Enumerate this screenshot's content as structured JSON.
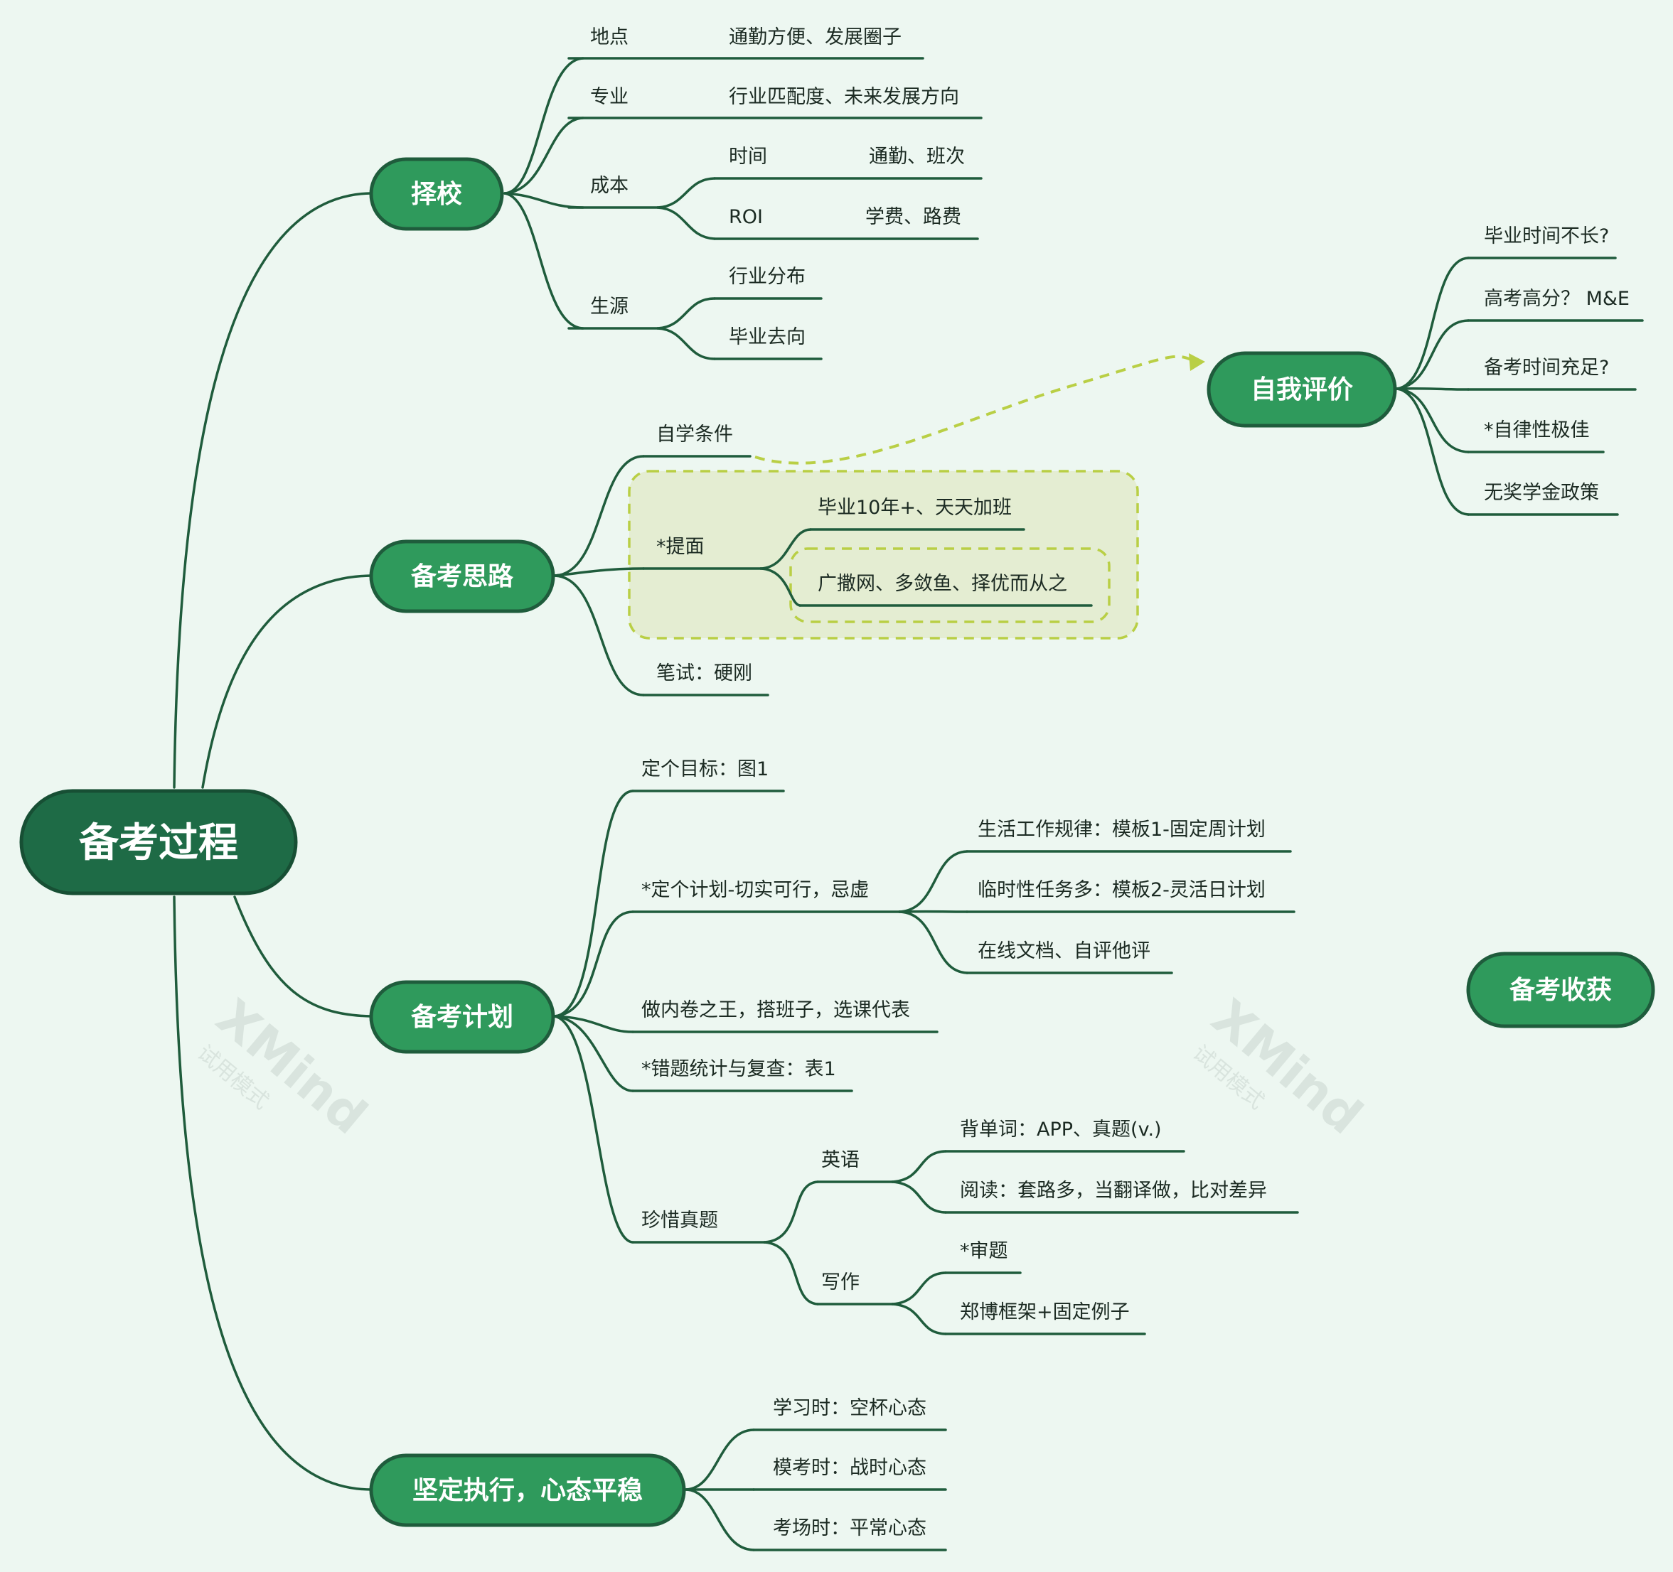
{
  "root": {
    "label": "备考过程"
  },
  "topics": {
    "school": {
      "label": "择校",
      "location": {
        "label": "地点",
        "detail": "通勤方便、发展圈子"
      },
      "major": {
        "label": "专业",
        "detail": "行业匹配度、未来发展方向"
      },
      "cost": {
        "label": "成本",
        "time": "时间",
        "time_detail": "通勤、班次",
        "roi": "ROI",
        "roi_detail": "学费、路费"
      },
      "students": {
        "label": "生源",
        "industry": "行业分布",
        "destination": "毕业去向"
      }
    },
    "strategy": {
      "label": "备考思路",
      "self_study": "自学条件",
      "score": "*提面",
      "score_a": "毕业10年+、天天加班",
      "score_b": "广撒网、多敛鱼、择优而从之",
      "written": "笔试：硬刚"
    },
    "plan": {
      "label": "备考计划",
      "goal": "定个目标：图1",
      "make_plan": "*定个计划-切实可行，忌虚",
      "routine": "生活工作规律：模板1-固定周计划",
      "adhoc": "临时性任务多：模板2-灵活日计划",
      "online": "在线文档、自评他评",
      "class": "做内卷之王，搭班子，选课代表",
      "errors": "*错题统计与复查：表1",
      "exams": "珍惜真题",
      "english": "英语",
      "vocab": "背单词：APP、真题(v.)",
      "reading": "阅读：套路多，当翻译做，比对差异",
      "writing": "写作",
      "review": "*审题",
      "framework": "郑博框架+固定例子"
    },
    "execute": {
      "label": "坚定执行，心态平稳",
      "study": "学习时：空杯心态",
      "mock": "模考时：战时心态",
      "exam": "考场时：平常心态"
    }
  },
  "floating": {
    "self_eval": {
      "label": "自我评价",
      "items": [
        "毕业时间不长?",
        "高考高分？ M&E",
        "备考时间充足?",
        "*自律性极佳",
        "无奖学金政策"
      ]
    },
    "harvest": {
      "label": "备考收获"
    }
  },
  "watermark": {
    "brand": "XMind",
    "mode": "试用模式"
  },
  "colors": {
    "root": "#1e6b46",
    "main": "#2f9a5c",
    "line": "#1f5c3c",
    "boundary": "#b9cf45",
    "background": "#edf7f1"
  }
}
